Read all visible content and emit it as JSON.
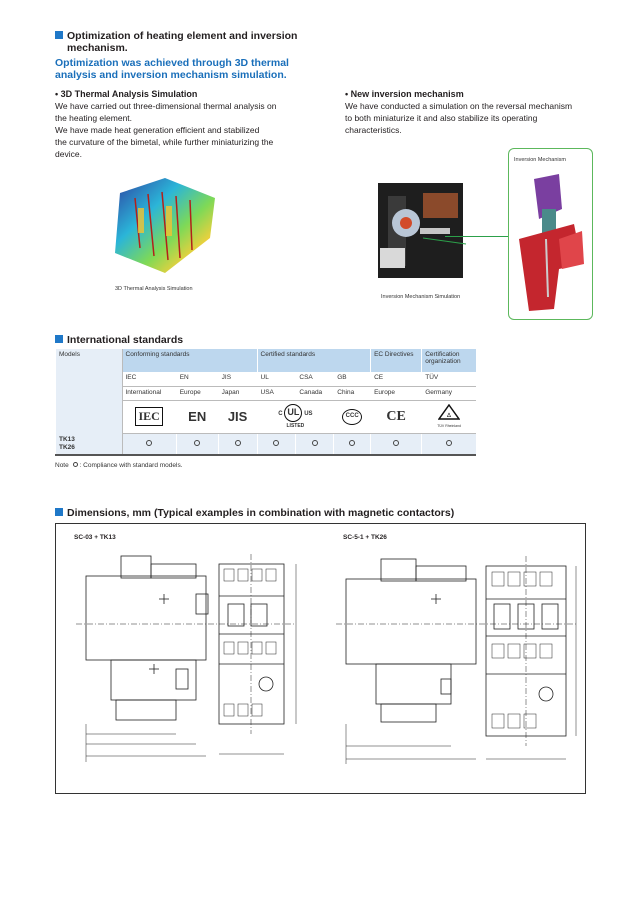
{
  "section1": {
    "title_line1": "Optimization of heating element and inversion",
    "title_line2": "mechanism.",
    "subtitle_line1": "Optimization was achieved through 3D thermal",
    "subtitle_line2": "analysis and inversion mechanism simulation.",
    "left": {
      "heading": "• 3D Thermal Analysis Simulation",
      "lines": [
        "We have carried out three-dimensional thermal analysis on",
        "the heating element.",
        "We have made heat generation efficient and stabilized",
        "the curvature of the bimetal, while further miniaturizing the",
        "device."
      ],
      "caption": "3D Thermal Analysis Simulation"
    },
    "right": {
      "heading": "• New inversion mechanism",
      "lines": [
        "We have conducted a simulation on the reversal mechanism",
        "to both miniaturize it and also stabilize its operating",
        "characteristics."
      ],
      "caption": "Inversion Mechanism Simulation",
      "inset_label": "Inversion Mechanism"
    }
  },
  "section2": {
    "title": "International standards",
    "header": {
      "models": "Models",
      "conforming": "Conforming standards",
      "certified": "Certified standards",
      "ec": "EC Directives",
      "cert_org_1": "Certification",
      "cert_org_2": "organization"
    },
    "standards": [
      "IEC",
      "EN",
      "JIS",
      "UL",
      "CSA",
      "GB",
      "CE",
      "TÜV"
    ],
    "regions": [
      "International",
      "Europe",
      "Japan",
      "USA",
      "Canada",
      "China",
      "Europe",
      "Germany"
    ],
    "logos": {
      "iec": "IEC",
      "en": "EN",
      "jis": "JIS",
      "ul_c": "C",
      "ul_us": "US",
      "ul_listed": "LISTED",
      "ccc": "CCC",
      "ce": "CE",
      "tuv": "TÜV Rheinland"
    },
    "model_1": "TK13",
    "model_2": "TK26",
    "note_prefix": "Note",
    "note_text": ": Compliance with standard models."
  },
  "section3": {
    "title": "Dimensions, mm (Typical examples in combination with magnetic contactors)",
    "left_label": "SC-03 + TK13",
    "right_label": "SC-5-1 + TK26"
  },
  "colors": {
    "accent": "#1f78c8",
    "table_header": "#bdd7ee",
    "inset_border": "#5cb85c"
  }
}
